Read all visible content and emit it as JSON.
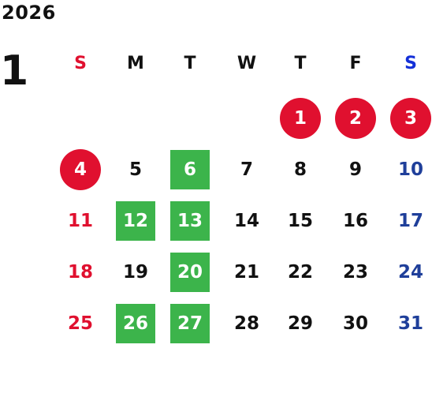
{
  "calendar": {
    "year": "2026",
    "month": "1",
    "weekdays": [
      "S",
      "M",
      "T",
      "W",
      "T",
      "F",
      "S"
    ],
    "first_weekday_index": 4,
    "days_in_month": 31,
    "holidays": [
      1,
      2,
      3,
      4
    ],
    "closed_days": [
      6,
      12,
      13,
      20,
      26,
      27
    ]
  },
  "colors": {
    "text": "#111111",
    "sunday": "#e0102f",
    "saturday_header": "#1430d8",
    "saturday": "#1f3f9a",
    "holiday_bg": "#e0102f",
    "closed_bg": "#3cb44b",
    "highlight_text": "#ffffff"
  }
}
